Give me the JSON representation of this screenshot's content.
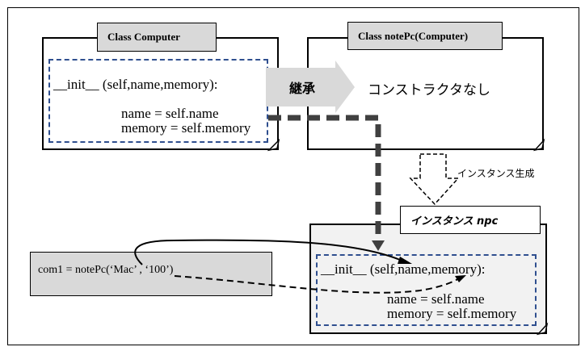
{
  "class_computer": {
    "title": "Class Computer",
    "init_signature": "__init__ (self,name,memory):",
    "body_lines": [
      "name = self.name",
      "memory = self.memory"
    ]
  },
  "class_notepc": {
    "title": "Class notePc(Computer)",
    "body": "コンストラクタなし"
  },
  "inheritance_arrow": {
    "label": "継承"
  },
  "instantiation_arrow": {
    "label": "インスタンス生成"
  },
  "instance": {
    "title": "インスタンス npc",
    "init_signature": "__init__ (self,name,memory):",
    "body_lines": [
      "name = self.name",
      "memory = self.memory"
    ]
  },
  "call_code": {
    "text": "com1 = notePc(‘Mac’ , ‘100’)"
  },
  "colors": {
    "tab_fill": "#d9d9d9",
    "instance_fill": "#f2f2f2",
    "dashed_border": "#2f4f8f",
    "inheritance_arrow_fill": "#d9d9d9",
    "thick_dashed_line": "#404040"
  }
}
